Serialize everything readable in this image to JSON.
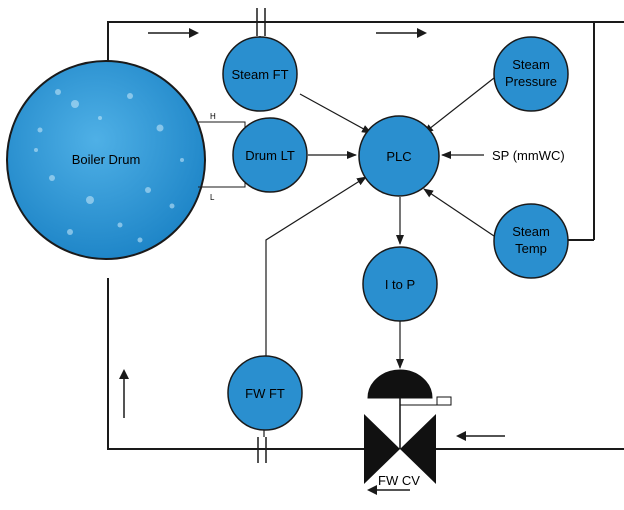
{
  "colors": {
    "node_fill": "#2a8fcf",
    "node_stroke": "#1a1a1a",
    "pipe": "#1a1a1a",
    "drum_fill": "#2f96d3",
    "valve": "#111111"
  },
  "drum": {
    "label": "Boiler Drum",
    "tap_high": "H",
    "tap_low": "L"
  },
  "nodes": {
    "steam_ft": "Steam FT",
    "drum_lt": "Drum LT",
    "plc": "PLC",
    "steam_pressure_line1": "Steam",
    "steam_pressure_line2": "Pressure",
    "steam_temp_line1": "Steam",
    "steam_temp_line2": "Temp",
    "i_to_p": "I to P",
    "fw_ft": "FW FT"
  },
  "setpoint": "SP (mmWC)",
  "valve": {
    "label": "FW CV"
  }
}
